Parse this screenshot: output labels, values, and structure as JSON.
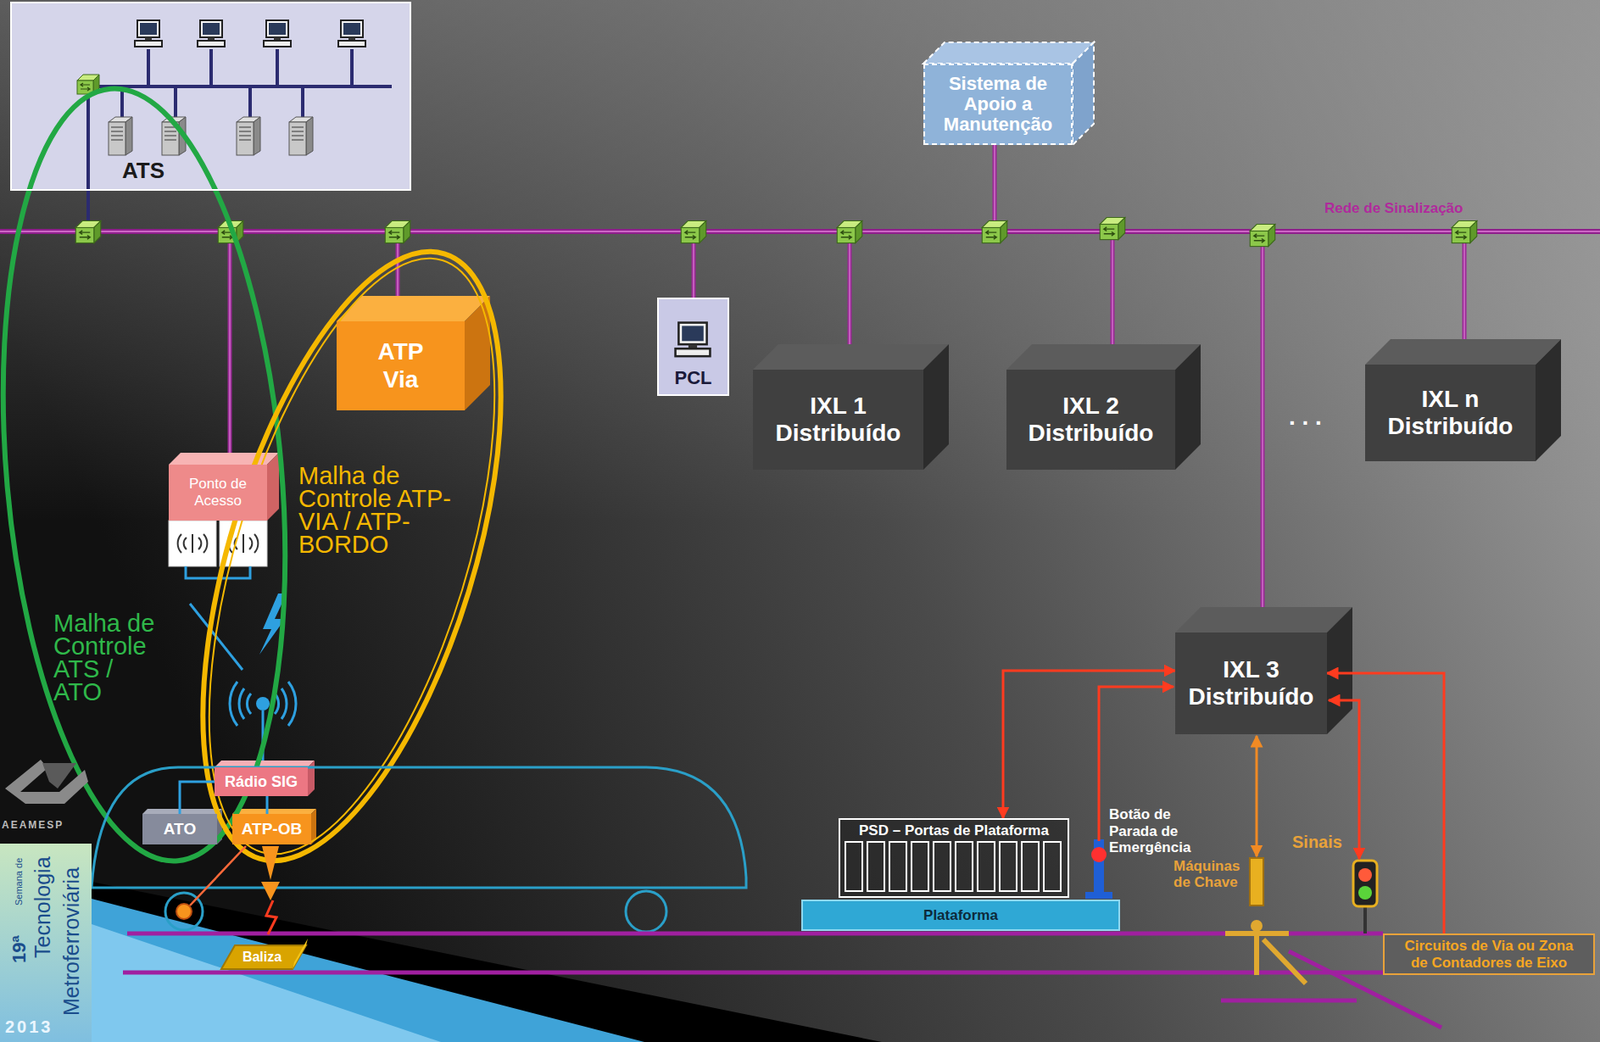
{
  "diagram": {
    "nodes": [
      {
        "text": [
          "ATS"
        ]
      },
      {
        "text": [
          "Sistema de Apoio a Manutenção"
        ]
      },
      {
        "text": [
          "ATP Via"
        ]
      },
      {
        "text": [
          "PCL"
        ]
      },
      {
        "text": [
          "IXL 1 Distribuído"
        ]
      },
      {
        "text": [
          "IXL 2 Distribuído"
        ]
      },
      {
        "text": [
          "IXL n Distribuído"
        ]
      },
      {
        "text": [
          "Ponto de Acesso"
        ]
      },
      {
        "text": [
          "IXL 3 Distribuído"
        ]
      },
      {
        "text": [
          "Rádio SIG"
        ]
      },
      {
        "text": [
          "ATO"
        ]
      },
      {
        "text": [
          "ATP-OB"
        ]
      },
      {
        "text": [
          "PSD – Portas de Plataforma"
        ]
      },
      {
        "text": [
          "Plataforma"
        ]
      },
      {
        "text": [
          "Circuitos de Via ou Zona de Contadores de Eixo"
        ]
      },
      {
        "text": [
          "Baliza"
        ]
      }
    ],
    "edges": [
      {
        "from": 9,
        "to": 10,
        "arrow": "none"
      },
      {
        "from": 9,
        "to": 11,
        "arrow": "none"
      },
      {
        "from": 12,
        "to": 8,
        "arrow": "both"
      },
      {
        "from": 14,
        "to": 8,
        "arrow": "to"
      }
    ],
    "labels": [
      "Rede de Sinalização",
      "Malha de Controle ATP-VIA / ATP-BORDO",
      "Malha de Controle ATS / ATO",
      ". . .",
      "Botão de Parada de Emergência",
      "Máquinas de Chave",
      "Sinais",
      "AEAMESP",
      "19ª",
      "Semana de",
      "Tecnologia",
      "Metroferroviária",
      "2013"
    ]
  }
}
